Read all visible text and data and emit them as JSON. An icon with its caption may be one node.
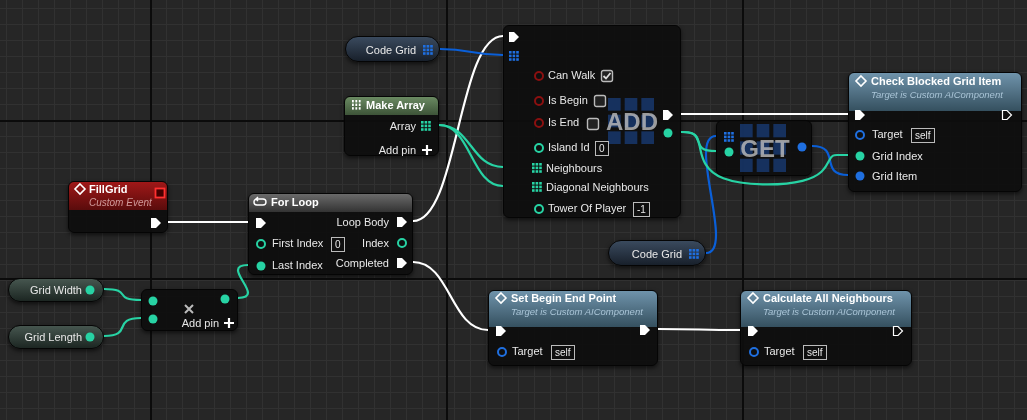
{
  "diagram": {
    "nodes": [
      {
        "text": [
          "Code Grid"
        ]
      },
      {
        "text": [
          "ADD",
          "Can Walk",
          "Is Begin",
          "Is End",
          "Island Id",
          "0",
          "Neighbours",
          "Diagonal Neighbours",
          "Tower Of Player",
          "-1"
        ]
      },
      {
        "text": [
          "Make Array",
          "Array",
          "Add pin"
        ]
      },
      {
        "text": [
          "Check Blocked Grid Item",
          "Target is Custom AIComponent",
          "Target",
          "self",
          "Grid Index",
          "Grid Item"
        ]
      },
      {
        "text": [
          "GET"
        ]
      },
      {
        "text": [
          "FillGrid",
          "Custom Event"
        ]
      },
      {
        "text": [
          "For Loop",
          "Loop Body",
          "First Index",
          "0",
          "Index",
          "Last Index",
          "Completed"
        ]
      },
      {
        "text": [
          "Code Grid"
        ]
      },
      {
        "text": [
          "Grid Width"
        ]
      },
      {
        "text": [
          "Add pin"
        ]
      },
      {
        "text": [
          "Grid Length"
        ]
      },
      {
        "text": [
          "Set Begin End Point",
          "Target is Custom AIComponent",
          "Target",
          "self"
        ]
      },
      {
        "text": [
          "Calculate All Neighbours",
          "Target is Custom AIComponent",
          "Target",
          "self"
        ]
      }
    ],
    "edges": [
      {
        "from": 5,
        "to": 6,
        "arrow": "none",
        "color": "#ffffff"
      },
      {
        "from": 6,
        "to": 1,
        "arrow": "none",
        "color": "#ffffff"
      },
      {
        "from": 1,
        "to": 3,
        "arrow": "none",
        "color": "#ffffff"
      },
      {
        "from": 6,
        "to": 11,
        "arrow": "none",
        "color": "#ffffff"
      },
      {
        "from": 11,
        "to": 12,
        "arrow": "none",
        "color": "#ffffff"
      },
      {
        "from": 0,
        "to": 1,
        "arrow": "none",
        "color": "#0a5fd8"
      },
      {
        "from": 7,
        "to": 4,
        "arrow": "none",
        "color": "#0a5fd8"
      },
      {
        "from": 4,
        "to": 3,
        "arrow": "none",
        "color": "#0a5fd8"
      },
      {
        "from": 8,
        "to": 9,
        "arrow": "none"
      },
      {
        "from": 10,
        "to": 9,
        "arrow": "none"
      },
      {
        "from": 9,
        "to": 6,
        "arrow": "none"
      },
      {
        "from": 2,
        "to": 1,
        "arrow": "none"
      },
      {
        "from": 2,
        "to": 1,
        "arrow": "none"
      },
      {
        "from": 1,
        "to": 4,
        "arrow": "none"
      },
      {
        "from": 1,
        "to": 3,
        "arrow": "none"
      }
    ]
  }
}
